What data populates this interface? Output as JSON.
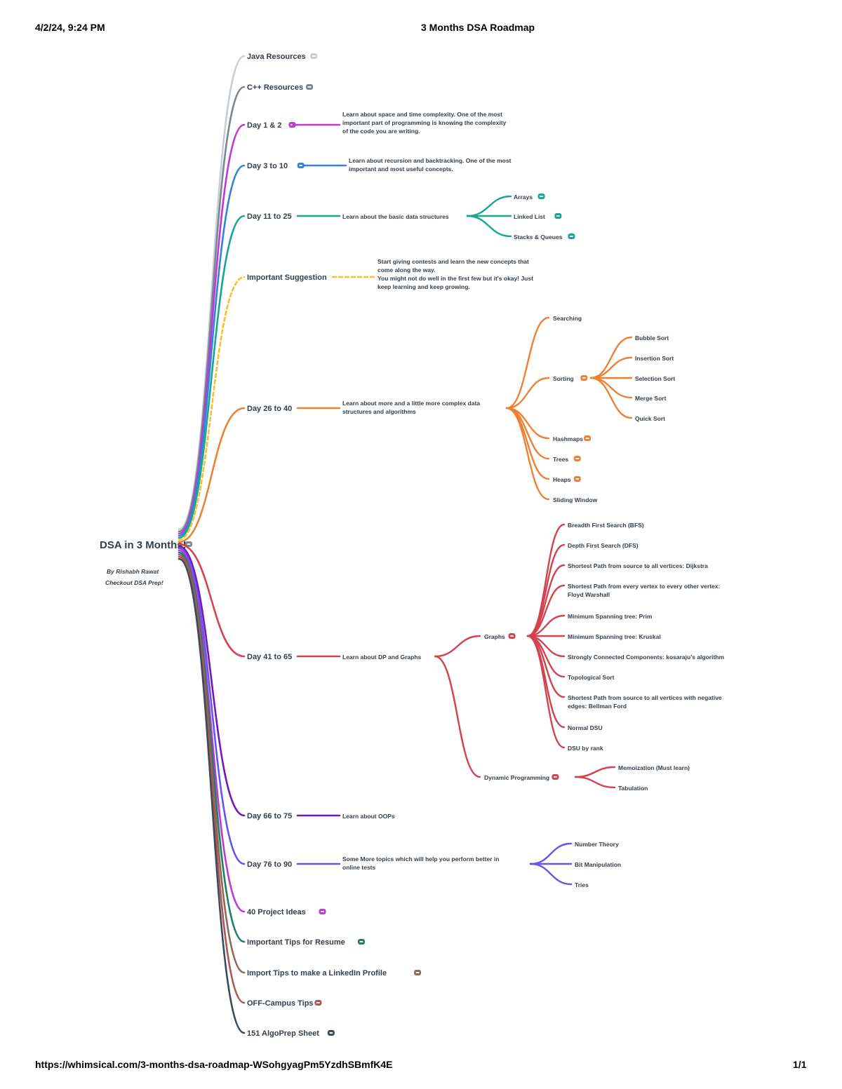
{
  "header": {
    "datetime": "4/2/24, 9:24 PM",
    "title": "3 Months DSA Roadmap"
  },
  "footer": {
    "url": "https://whimsical.com/3-months-dsa-roadmap-WSohgyagPm5YzdhSBmfK4E",
    "page": "1/1"
  },
  "mindmap": {
    "root": {
      "label": "DSA in 3 Months!",
      "author": "By Rishabh Rawat",
      "subtitle": "Checkout DSA Prep!",
      "icon": "link-icon"
    },
    "colors": {
      "java": "#c5cdd5",
      "cpp": "#7a8694",
      "day1": "#c137d6",
      "day3": "#3384d6",
      "day11": "#17a597",
      "suggestion": "#f6c02b",
      "day26": "#ee8033",
      "day41": "#d4414f",
      "day66": "#7417b5",
      "day76": "#6256ee",
      "projects": "#c137d6",
      "resume": "#1d7e6a",
      "linkedin": "#8a6a50",
      "offcampus": "#b05555",
      "algoprep": "#3c4a5a"
    },
    "branches": {
      "java": {
        "label": "Java Resources"
      },
      "cpp": {
        "label": "C++ Resources"
      },
      "day1": {
        "label": "Day 1 & 2",
        "desc": [
          "Learn about space and time complexity. One of the most",
          "important part of programming is knowing the complexity",
          "of the code you are writing."
        ]
      },
      "day3": {
        "label": "Day 3 to 10",
        "desc": [
          "Learn about recursion and backtracking. One of the most",
          "important and most useful concepts."
        ]
      },
      "day11": {
        "label": "Day 11 to 25",
        "desc": [
          "Learn about the basic data structures"
        ],
        "children": [
          "Arrays",
          "Linked List",
          "Stacks & Queues"
        ]
      },
      "suggestion": {
        "label": "Important Suggestion",
        "desc": [
          "Start giving contests and learn the new concepts that",
          "come along the way.",
          "You might not do well in the first few but it's okay! Just",
          "keep learning and keep growing."
        ]
      },
      "day26": {
        "label": "Day 26 to 40",
        "desc": [
          "Learn about more and a little more complex data",
          "structures and algorithms"
        ],
        "children": [
          "Searching",
          "Sorting",
          "Hashmaps",
          "Trees",
          "Heaps",
          "Sliding Window"
        ],
        "sorting_children": [
          "Bubble Sort",
          "Insertion Sort",
          "Selection Sort",
          "Merge Sort",
          "Quick Sort"
        ]
      },
      "day41": {
        "label": "Day 41 to 65",
        "desc": [
          "Learn about DP and Graphs"
        ],
        "graphs": {
          "label": "Graphs",
          "children": [
            [
              "Breadth First Search (BFS)"
            ],
            [
              "Depth First Search (DFS)"
            ],
            [
              "Shortest Path from source to all vertices: Dijkstra"
            ],
            [
              "Shortest Path from every vertex to every other vertex:",
              "Floyd Warshall"
            ],
            [
              "Minimum Spanning tree: Prim"
            ],
            [
              "Minimum Spanning tree: Kruskal"
            ],
            [
              "Strongly Connected Components: kosaraju's algorithm"
            ],
            [
              "Topological Sort"
            ],
            [
              "Shortest Path from source to all vertices with negative",
              "edges: Bellman Ford"
            ],
            [
              "Normal DSU"
            ],
            [
              "DSU by rank"
            ]
          ]
        },
        "dp": {
          "label": "Dynamic Programming",
          "children": [
            "Memoization (Must learn)",
            "Tabulation"
          ]
        }
      },
      "day66": {
        "label": "Day 66 to 75",
        "desc": [
          "Learn about OOPs"
        ]
      },
      "day76": {
        "label": "Day 76 to 90",
        "desc": [
          "Some More topics which will help you perform better in",
          "online tests"
        ],
        "children": [
          "Number Theory",
          "Bit Manipulation",
          "Tries"
        ]
      },
      "projects": {
        "label": "40 Project Ideas"
      },
      "resume": {
        "label": "Important Tips for Resume"
      },
      "linkedin": {
        "label": "Import Tips to make a LinkedIn Profile"
      },
      "offcampus": {
        "label": "OFF-Campus Tips"
      },
      "algoprep": {
        "label": "151 AlgoPrep Sheet"
      }
    }
  }
}
